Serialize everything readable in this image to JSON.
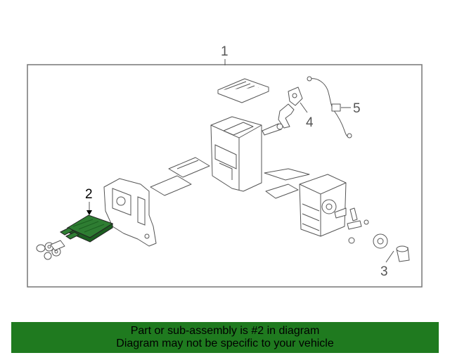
{
  "callouts": {
    "c1": "1",
    "c2": "2",
    "c3": "3",
    "c4": "4",
    "c5": "5"
  },
  "highlight_color": "#2e7d32",
  "banner": {
    "line1": "Part or sub-assembly is #2 in diagram",
    "line2": "Diagram may not be specific to your vehicle",
    "background": "#1f7a1f"
  }
}
